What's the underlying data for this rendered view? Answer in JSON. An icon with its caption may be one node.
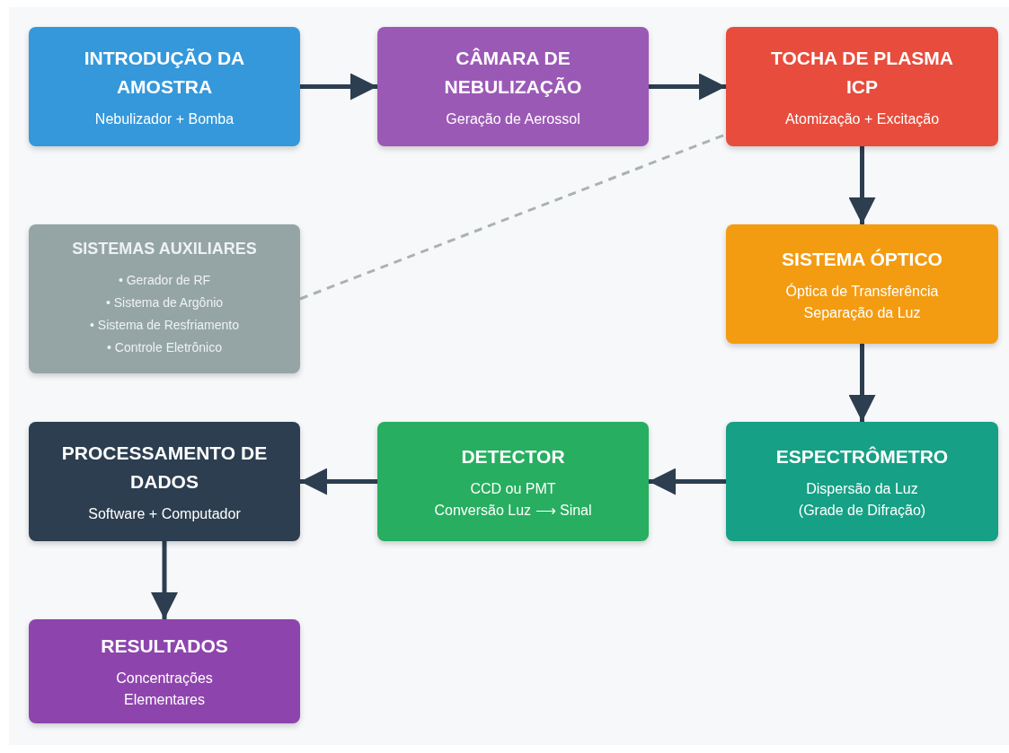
{
  "diagram": {
    "nodes": [
      {
        "text": [
          "INTRODUÇÃO DA AMOSTRA",
          "Nebulizador + Bomba"
        ]
      },
      {
        "text": [
          "CÂMARA DE NEBULIZAÇÃO",
          "Geração de Aerossol"
        ]
      },
      {
        "text": [
          "TOCHA DE PLASMA ICP",
          "Atomização + Excitação"
        ]
      },
      {
        "text": [
          "SISTEMAS AUXILIARES",
          "• Gerador de RF",
          "• Sistema de Argônio",
          "• Sistema de Resfriamento",
          "• Controle Eletrônico"
        ]
      },
      {
        "text": [
          "SISTEMA ÓPTICO",
          "Óptica de Transferência",
          "Separação da Luz"
        ]
      },
      {
        "text": [
          "PROCESSAMENTO DE DADOS",
          "Software + Computador"
        ]
      },
      {
        "text": [
          "DETECTOR",
          "CCD ou PMT",
          "Conversão Luz ⟶ Sinal"
        ]
      },
      {
        "text": [
          "ESPECTRÔMETRO",
          "Dispersão da Luz",
          "(Grade de Difração)"
        ]
      },
      {
        "text": [
          "RESULTADOS",
          "Concentrações Elementares"
        ]
      }
    ],
    "edges": [
      {
        "from": 0,
        "to": 1,
        "arrow": "to"
      },
      {
        "from": 1,
        "to": 2,
        "arrow": "to"
      },
      {
        "from": 2,
        "to": 4,
        "arrow": "to"
      },
      {
        "from": 4,
        "to": 7,
        "arrow": "to"
      },
      {
        "from": 7,
        "to": 6,
        "arrow": "to"
      },
      {
        "from": 6,
        "to": 5,
        "arrow": "to"
      },
      {
        "from": 5,
        "to": 8,
        "arrow": "to"
      },
      {
        "from": 3,
        "to": 2,
        "arrow": "none",
        "style": "dashed",
        "color": "#aab2b5"
      }
    ]
  }
}
